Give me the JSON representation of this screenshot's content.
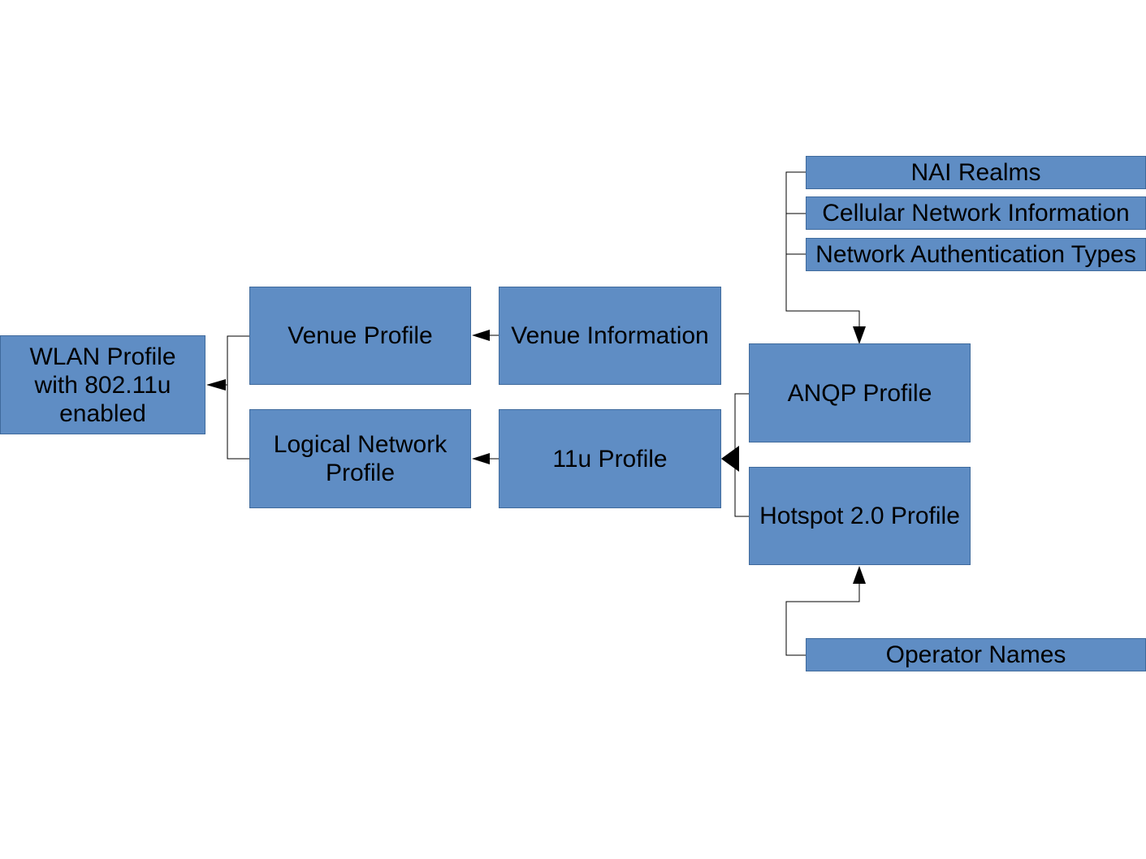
{
  "diagram": {
    "nodes": {
      "wlan_profile": "WLAN Profile\nwith 802.11u\nenabled",
      "venue_profile": "Venue Profile",
      "logical_network_profile": "Logical Network\nProfile",
      "venue_information": "Venue Information",
      "profile_11u": "11u Profile",
      "anqp_profile": "ANQP Profile",
      "hotspot_profile": "Hotspot 2.0 Profile",
      "nai_realms": "NAI Realms",
      "cellular_network_information": "Cellular Network Information",
      "network_authentication_types": "Network Authentication Types",
      "operator_names": "Operator Names"
    },
    "edges": [
      {
        "from": "venue_profile",
        "to": "wlan_profile"
      },
      {
        "from": "logical_network_profile",
        "to": "wlan_profile"
      },
      {
        "from": "venue_information",
        "to": "venue_profile"
      },
      {
        "from": "profile_11u",
        "to": "logical_network_profile"
      },
      {
        "from": "anqp_profile",
        "to": "profile_11u"
      },
      {
        "from": "hotspot_profile",
        "to": "profile_11u"
      },
      {
        "from": "nai_realms",
        "to": "anqp_profile"
      },
      {
        "from": "cellular_network_information",
        "to": "anqp_profile"
      },
      {
        "from": "network_authentication_types",
        "to": "anqp_profile"
      },
      {
        "from": "operator_names",
        "to": "hotspot_profile"
      }
    ],
    "colors": {
      "node_fill": "#5f8dc4",
      "node_border": "#3f6a9c",
      "connector": "#000000"
    }
  }
}
